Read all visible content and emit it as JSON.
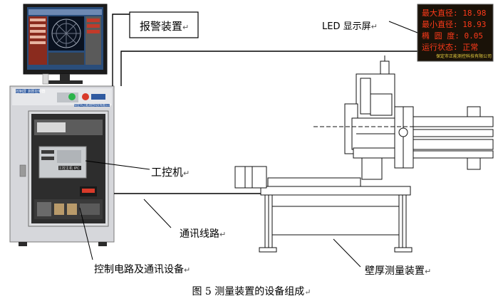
{
  "labels": {
    "alarm": "报警装置",
    "led": "LED 显示屏",
    "ipc": "工控机",
    "comm_line": "通讯线路",
    "control": "控制电路及通讯设备",
    "wall_gauge": "壁厚测量装置"
  },
  "edit_mark": "↵",
  "caption": "图 5  测量装置的设备组成",
  "led_panel": {
    "lines": [
      "最大直径: 18.98",
      "最小直径: 18.93",
      "椭 圆 度: 0.05",
      "运行状态: 正常"
    ],
    "footer": "保定市正能测控科技有限公司",
    "colors": {
      "bg": "#1a1208",
      "text": "#ff3a1a",
      "value": "#e8d040"
    }
  },
  "cabinet": {
    "top_label": "控制屏 测厚控制器",
    "strip_label": "保定市正能测控科技有限公司",
    "ipc_label": "工控主机 IPC",
    "button_colors": [
      "#2bb34a",
      "#d83a2a"
    ]
  }
}
